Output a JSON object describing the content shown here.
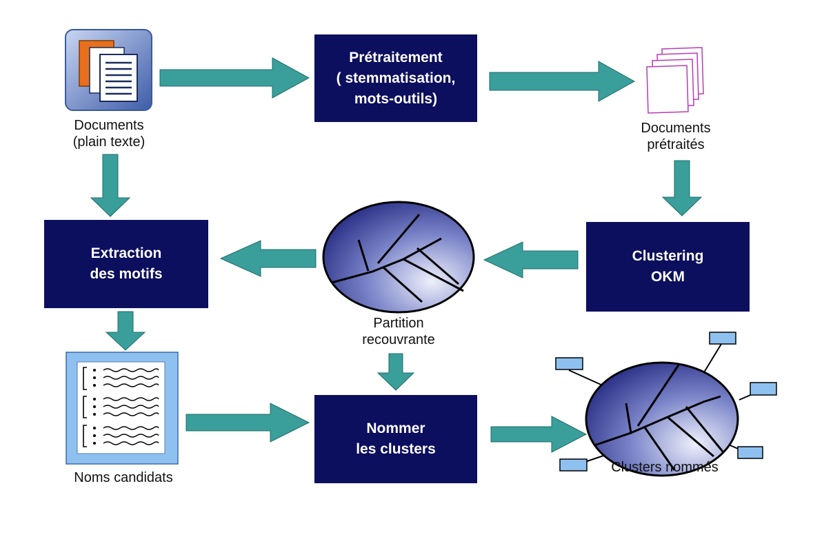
{
  "colors": {
    "box_fill": "#0c0e5e",
    "box_text": "#ffffff",
    "arrow_fill": "#3a9e9a",
    "label_text": "#111111",
    "tag_fill": "#8ec1f0"
  },
  "boxes": {
    "pretraitement": "Prétraitement\n( stemmatisation,\nmots-outils)",
    "extraction": "Extraction\ndes motifs",
    "clustering": "Clustering\nOKM",
    "nommer": "Nommer\nles clusters"
  },
  "labels": {
    "documents": "Documents\n(plain texte)",
    "documents_pretraites": "Documents\nprétraités",
    "partition": "Partition\nrecouvrante",
    "noms_candidats": "Noms candidats",
    "clusters_nommes": "Clusters nommés"
  },
  "icons": {
    "documents": "documents-stack-icon",
    "documents_pretraites": "pages-outline-icon",
    "partition": "partition-disc-icon",
    "noms_candidats": "candidate-list-icon",
    "clusters_nommes": "labeled-partition-disc-icon"
  },
  "edges": [
    {
      "from": "documents",
      "to": "pretraitement"
    },
    {
      "from": "pretraitement",
      "to": "documents_pretraites"
    },
    {
      "from": "documents_pretraites",
      "to": "clustering"
    },
    {
      "from": "clustering",
      "to": "partition"
    },
    {
      "from": "partition",
      "to": "extraction"
    },
    {
      "from": "documents",
      "to": "extraction"
    },
    {
      "from": "extraction",
      "to": "noms_candidats"
    },
    {
      "from": "noms_candidats",
      "to": "nommer"
    },
    {
      "from": "partition",
      "to": "nommer"
    },
    {
      "from": "nommer",
      "to": "clusters_nommes"
    }
  ]
}
